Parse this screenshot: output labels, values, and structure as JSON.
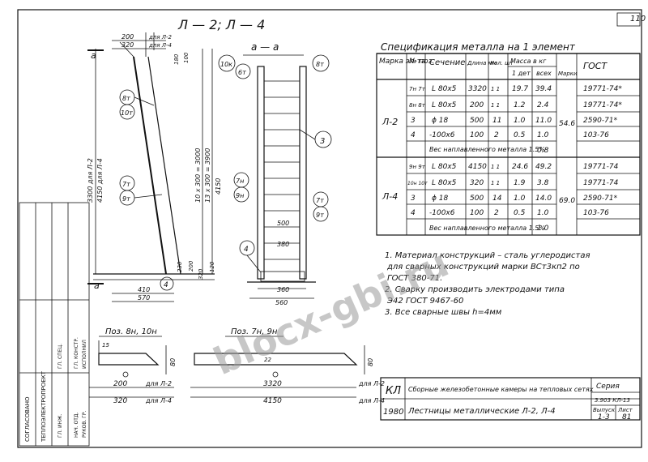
{
  "sheet": {
    "page_number": "110",
    "stamp_letter": "КЛ",
    "stamp_year": "1980",
    "title_main": "Сборные железобетонные камеры на тепловых сетях",
    "title_sub": "Лестницы металлические  Л-2, Л-4",
    "series_label": "Серия",
    "series_value": "3.903 КЛ-13",
    "issue_label": "Выпуск",
    "issue_value": "1-3",
    "list_label": "Лист",
    "list_value": "81"
  },
  "left_strip": {
    "lines": [
      "СОГЛАСОВАНО",
      "ТЕПЛОЭЛЕКТРОПРОЕКТ",
      "ГЛ. ИНЖ.",
      "ГЛ. СПЕЦ.",
      "НАЧ. ОТД.",
      "ГЛ. КОНСТР.",
      "РУКОВ. ГР.",
      "ИСПОЛНИЛ"
    ]
  },
  "drawing": {
    "main_title": "Л — 2;  Л — 4",
    "section_title": "а — а",
    "section_mark": "а",
    "dims": {
      "top_200": "200",
      "top_320": "320",
      "for_l2": "для Л-2",
      "for_l4": "для Л-4",
      "v3300": "3300 для Л-2",
      "v4150": "4150 для Л-4",
      "v180": "180",
      "v100": "100",
      "v200r": "200",
      "v320r": "320",
      "steps_l2": "10 x 300 = 3000",
      "steps_l4": "13 x 300 = 3900",
      "v4150r": "4150",
      "b410": "410",
      "b570": "570",
      "b360": "360",
      "b560": "560",
      "b500": "500",
      "b380": "380",
      "v230": "230",
      "v120": "120"
    },
    "callouts": [
      "8т",
      "10т",
      "7т",
      "9т",
      "4",
      "3",
      "10к",
      "6т",
      "8т",
      "7н",
      "9н",
      "7т",
      "9т"
    ]
  },
  "spec": {
    "title": "Спецификация металла на 1 элемент",
    "headers": [
      "Марка эл-та",
      "№ поз.",
      "Сечение",
      "Длина мм",
      "Кол. шт",
      "Масса в кг",
      "1 дет",
      "всех",
      "Марки",
      "ГОСТ"
    ],
    "rows": [
      {
        "mark": "Л-2",
        "pos": "7н 7т",
        "sec": "L 80x5",
        "len": "3320",
        "qty": "1 1",
        "one": "19.7",
        "all": "39.4",
        "gost": "19771-74*"
      },
      {
        "mark": "",
        "pos": "8н 8т",
        "sec": "L 80x5",
        "len": "200",
        "qty": "1 1",
        "one": "1.2",
        "all": "2.4",
        "gost": "19771-74*"
      },
      {
        "mark": "",
        "pos": "3",
        "sec": "ϕ 18",
        "len": "500",
        "qty": "11",
        "one": "1.0",
        "all": "11.0",
        "gost": "2590-71*"
      },
      {
        "mark": "",
        "pos": "4",
        "sec": "-100x6",
        "len": "100",
        "qty": "2",
        "one": "0.5",
        "all": "1.0",
        "gost": "103-76"
      },
      {
        "mark": "Л-4",
        "pos": "9н 9т",
        "sec": "L 80x5",
        "len": "4150",
        "qty": "1 1",
        "one": "24.6",
        "all": "49.2",
        "gost": "19771-74"
      },
      {
        "mark": "",
        "pos": "10н 10т",
        "sec": "L 80x5",
        "len": "320",
        "qty": "1 1",
        "one": "1.9",
        "all": "3.8",
        "gost": "19771-74"
      },
      {
        "mark": "",
        "pos": "3",
        "sec": "ϕ 18",
        "len": "500",
        "qty": "14",
        "one": "1.0",
        "all": "14.0",
        "gost": "2590-71*"
      },
      {
        "mark": "",
        "pos": "4",
        "sec": "-100x6",
        "len": "100",
        "qty": "2",
        "one": "0.5",
        "all": "1.0",
        "gost": "103-76"
      }
    ],
    "weld_note": "Вес наплавленного металла 1.5%",
    "weld_l2": "0.8",
    "weld_l4": "1.0",
    "total_l2": "54.6",
    "total_l4": "69.0"
  },
  "notes": [
    "1. Материал конструкций – сталь углеродистая",
    "для сварных конструкций марки ВСт3кп2 по",
    "ГОСТ 380-71.",
    "2. Сварку производить электродами типа",
    "Э42 ГОСТ 9467-60",
    "3. Все сварные швы h=4мм"
  ],
  "details": {
    "poz1_title": "Поз. 8н, 10н",
    "poz2_title": "Поз. 7н, 9н",
    "d15": "15",
    "d80": "80",
    "d200": "200",
    "d320": "320",
    "for_l2": "для Л-2",
    "for_l4": "для Л-4",
    "d3320": "3320",
    "d4150": "4150",
    "d22": "22",
    "d80b": "80"
  },
  "watermark": "blocx-gbi.ru"
}
